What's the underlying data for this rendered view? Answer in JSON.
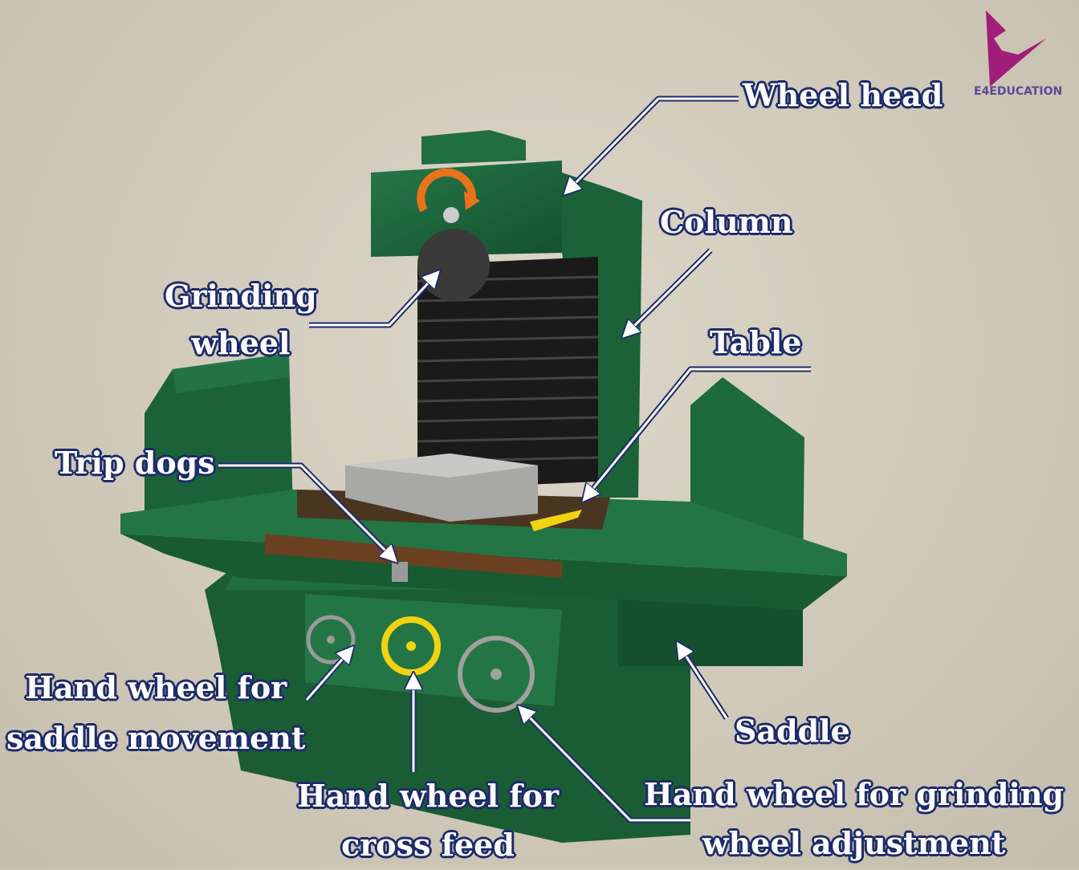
{
  "title": "Surface grinding machine parts",
  "logo": {
    "text": "E4EDUCATION",
    "color": "#b0207a"
  },
  "colors": {
    "machine": "#1f6a3c",
    "label_outline": "#1d2a6b",
    "accent_arrow_orange": "#e8731c",
    "accent_arrow_yellow": "#f2d312"
  },
  "labels": {
    "wheel_head": "Wheel head",
    "column": "Column",
    "grinding_wheel": [
      "Grinding",
      "wheel"
    ],
    "table": "Table",
    "trip_dogs": "Trip dogs",
    "saddle_hand_wheel": [
      "Hand wheel for",
      "saddle movement"
    ],
    "cross_feed_hand_wheel": [
      "Hand wheel for",
      "cross feed"
    ],
    "saddle": "Saddle",
    "grinding_adjust_hand_wheel": [
      "Hand wheel for grinding",
      "wheel adjustment"
    ]
  }
}
